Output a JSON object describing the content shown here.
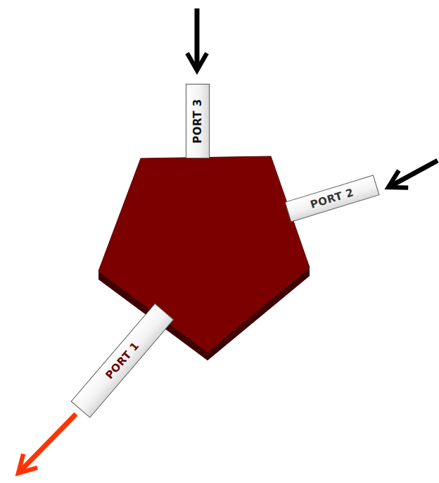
{
  "diagram": {
    "nodes": [
      {
        "text": [
          "PORT 3"
        ]
      },
      {
        "text": [
          "PORT 2"
        ]
      },
      {
        "text": [
          "PORT 1"
        ]
      }
    ]
  }
}
